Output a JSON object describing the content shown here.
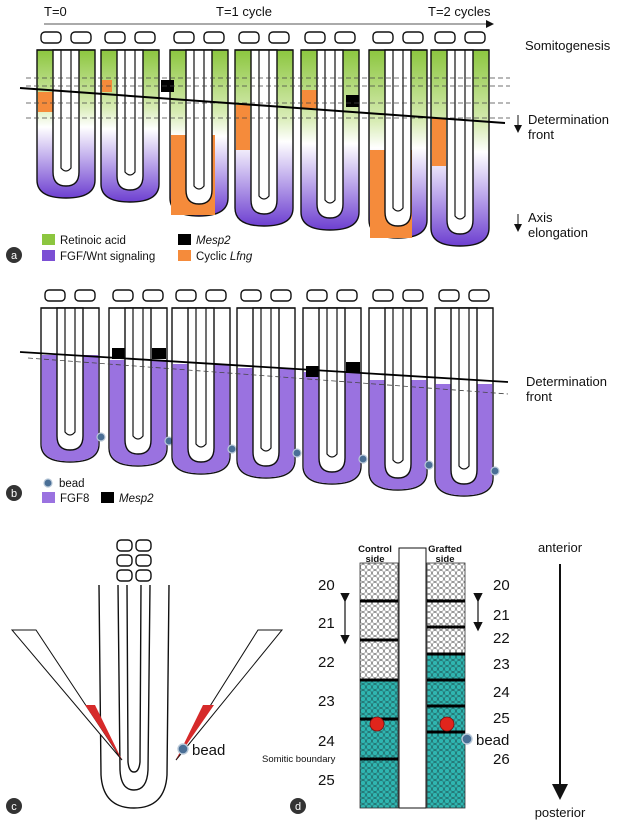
{
  "panel_a": {
    "panel_label": "a",
    "time_labels": [
      "T=0",
      "T=1 cycle",
      "T=2 cycles"
    ],
    "right_labels": {
      "somitogenesis": "Somitogenesis",
      "determination_front_line1": "Determination",
      "determination_front_line2": "front",
      "axis_line1": "Axis",
      "axis_line2": "elongation"
    },
    "legend": {
      "retinoic_acid": "Retinoic acid",
      "fgf_wnt": "FGF/Wnt signaling",
      "mesp2": "Mesp2",
      "cyclic": "Cyclic ",
      "lfng": "Lfng"
    },
    "colors": {
      "green": "#8cc63f",
      "purple": "#7b4fd4",
      "orange": "#f58b3b",
      "black": "#000000"
    }
  },
  "panel_b": {
    "panel_label": "b",
    "right_labels": {
      "determination_front_line1": "Determination",
      "determination_front_line2": "front"
    },
    "legend": {
      "bead": "bead",
      "fgf8": "FGF8",
      "mesp2": "Mesp2"
    },
    "colors": {
      "fgf8": "#9a72e0",
      "bead": "#4a6f96"
    }
  },
  "panel_c": {
    "panel_label": "c",
    "bead_label": "bead"
  },
  "panel_d": {
    "panel_label": "d",
    "control_line1": "Control",
    "control_line2": "side",
    "grafted_line1": "Grafted",
    "grafted_line2": "side",
    "left_numbers": [
      "20",
      "21",
      "22",
      "23",
      "24",
      "25"
    ],
    "right_numbers": [
      "20",
      "21",
      "22",
      "23",
      "24",
      "25",
      "26"
    ],
    "somitic_boundary": "Somitic boundary",
    "bead_label": "bead",
    "anterior": "anterior",
    "posterior": "posterior",
    "colors": {
      "teal": "#2fb5b0",
      "red": "#e0251c"
    }
  }
}
